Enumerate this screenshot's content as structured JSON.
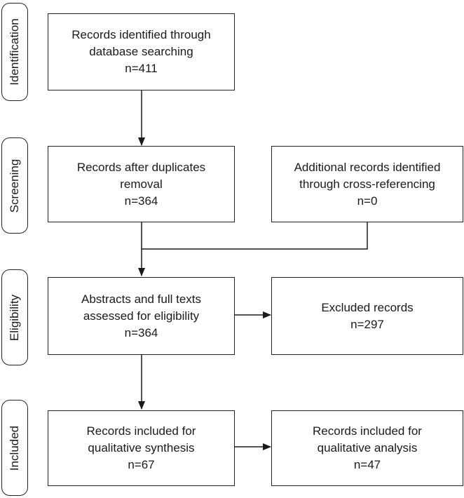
{
  "phases": {
    "identification": "Identification",
    "screening": "Screening",
    "eligibility": "Eligibility",
    "included": "Included"
  },
  "boxes": {
    "database": {
      "line1": "Records identified through",
      "line2": "database searching",
      "count": "n=411"
    },
    "duplicates": {
      "line1": "Records after duplicates",
      "line2": "removal",
      "count": "n=364"
    },
    "additional": {
      "line1": "Additional records identified",
      "line2": "through cross-referencing",
      "count": "n=0"
    },
    "assessed": {
      "line1": "Abstracts and full texts",
      "line2": "assessed for eligibility",
      "count": "n=364"
    },
    "excluded": {
      "line1": "Excluded records",
      "count": "n=297"
    },
    "synthesis": {
      "line1": "Records included for",
      "line2": "qualitative synthesis",
      "count": "n=67"
    },
    "analysis": {
      "line1": "Records included for",
      "line2": "qualitative analysis",
      "count": "n=47"
    }
  }
}
